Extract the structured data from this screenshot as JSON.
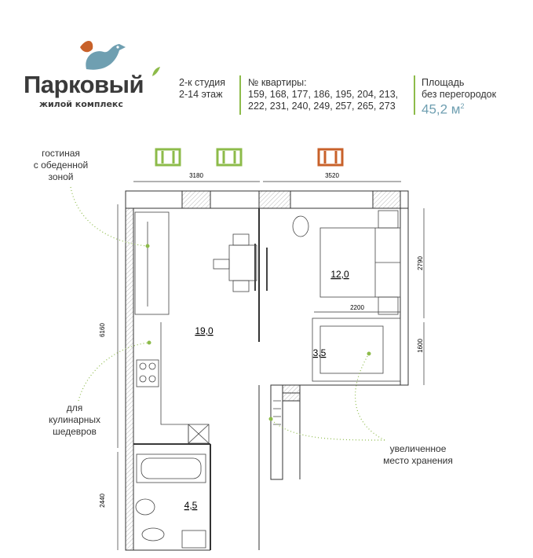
{
  "brand": {
    "name": "Парковый",
    "tagline": "жилой комплекс"
  },
  "apartment": {
    "type": "2-к студия",
    "floors": "2-14 этаж"
  },
  "numbers": {
    "label": "№ квартиры:",
    "line1": "159, 168, 177, 186, 195, 204, 213,",
    "line2": "222, 231, 240, 249, 257, 265, 273"
  },
  "area": {
    "label1": "Площадь",
    "label2": "без перегородок",
    "value": "45,2 м",
    "unit_sup": "2"
  },
  "colors": {
    "accent_green": "#8dbb4a",
    "accent_blue": "#6f9fb1",
    "accent_orange": "#c8612a"
  },
  "annotations": {
    "living": [
      "гостиная",
      "с обеденной",
      "зоной"
    ],
    "kitchen": [
      "для",
      "кулинарных",
      "шедевров"
    ],
    "storage": [
      "увеличенное",
      "место хранения"
    ]
  },
  "plan": {
    "dims": {
      "top_left": "3180",
      "top_right": "3520",
      "left_main": "6160",
      "left_bath": "2440",
      "right_bedroom": "2790",
      "right_storage": "1600",
      "storage_width": "2200"
    },
    "rooms": {
      "living": "19,0",
      "bedroom": "12,0",
      "storage": "3,5",
      "bath": "4,5"
    },
    "windows": [
      {
        "orientation": "green"
      },
      {
        "orientation": "green"
      },
      {
        "orientation": "orange"
      }
    ]
  }
}
